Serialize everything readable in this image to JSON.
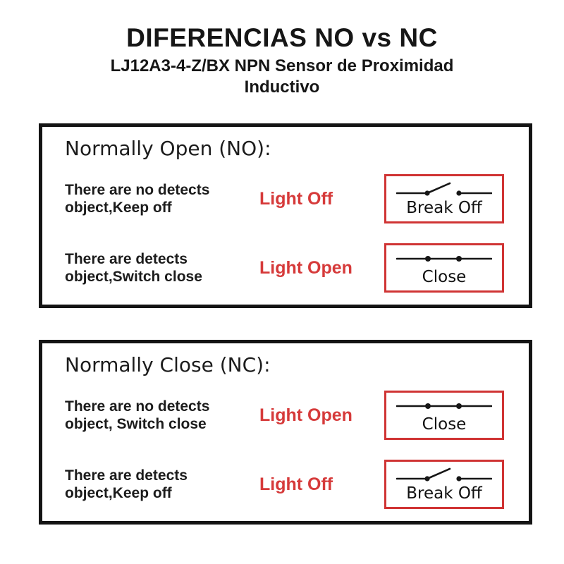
{
  "header": {
    "title": "DIFERENCIAS NO vs NC",
    "subtitle": "LJ12A3-4-Z/BX NPN Sensor de Proximidad Inductivo"
  },
  "colors": {
    "accent_red_text": "#d63a3a",
    "accent_red_border": "#d03434",
    "frame_black": "#141414"
  },
  "sections": [
    {
      "heading": "Normally Open (NO):",
      "rows": [
        {
          "desc_line1": "There are no detects",
          "desc_line2": "object,Keep off",
          "light_label": "Light Off",
          "switch_state": "open",
          "switch_label": "Break Off"
        },
        {
          "desc_line1": "There are detects",
          "desc_line2": "object,Switch close",
          "light_label": "Light Open",
          "switch_state": "closed",
          "switch_label": "Close"
        }
      ]
    },
    {
      "heading": "Normally Close (NC):",
      "rows": [
        {
          "desc_line1": "There are no detects",
          "desc_line2": "object, Switch close",
          "light_label": "Light Open",
          "switch_state": "closed",
          "switch_label": "Close"
        },
        {
          "desc_line1": "There are detects",
          "desc_line2": "object,Keep off",
          "light_label": "Light Off",
          "switch_state": "open",
          "switch_label": "Break Off"
        }
      ]
    }
  ]
}
